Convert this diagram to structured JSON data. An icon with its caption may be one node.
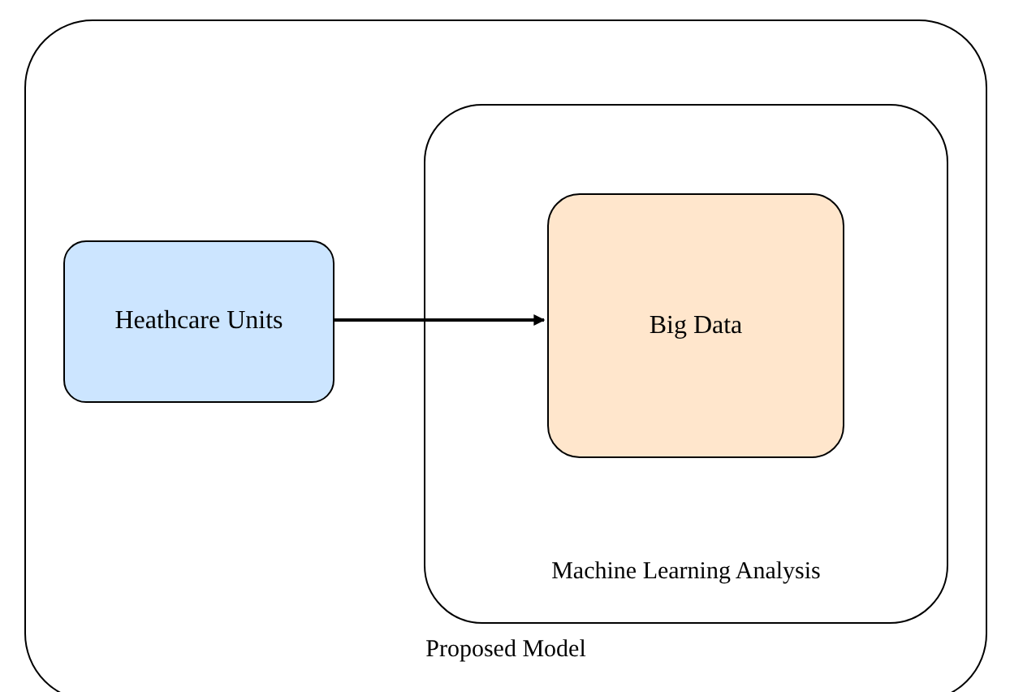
{
  "diagram": {
    "nodes": [
      {
        "text": [
          "Proposed Model"
        ]
      },
      {
        "text": [
          "Heathcare Units"
        ],
        "in": 0
      },
      {
        "text": [
          "Machine Learning Analysis"
        ],
        "in": 0
      },
      {
        "text": [
          "Big Data"
        ],
        "in": 2
      }
    ],
    "edges": [
      {
        "from": 1,
        "to": 3,
        "arrow": "to"
      }
    ]
  }
}
